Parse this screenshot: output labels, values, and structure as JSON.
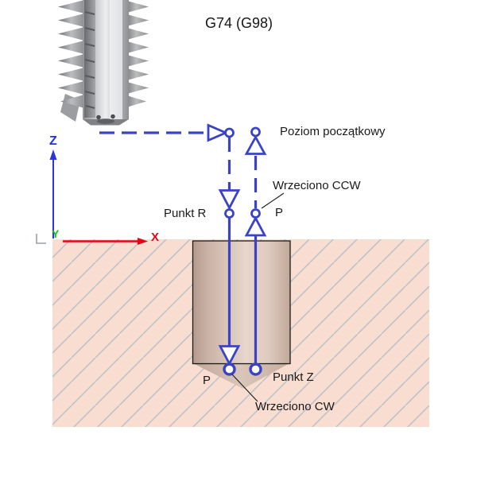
{
  "title": "G74 (G98)",
  "axes": {
    "x_label": "X",
    "y_label": "Y",
    "z_label": "Z"
  },
  "annotations": {
    "initial_level": "Poziom początkowy",
    "spindle_ccw": "Wrzeciono CCW",
    "dwell_p_upper": "P",
    "point_r": "Punkt R",
    "point_z": "Punkt Z",
    "dwell_p_lower": "P",
    "spindle_cw": "Wrzeciono CW"
  },
  "icons": {
    "tap_tool_image": "threading-tap-photo",
    "motion_arrow": "hollow-triangle-arrow",
    "position_marker": "hollow-circle"
  },
  "colors": {
    "path_blue": "#3a43c6",
    "axis_x_red": "#e30613",
    "axis_y_green": "#15c115",
    "axis_z_blue": "#2b35d8",
    "material_fill": "#f9ddd1",
    "hatch_line": "#b6bfcb",
    "hole_edge": "#1a1a1a",
    "hole_dark": "#b49a8c",
    "hole_light": "#e7d6cc",
    "leader_black": "#1a1a1a"
  }
}
